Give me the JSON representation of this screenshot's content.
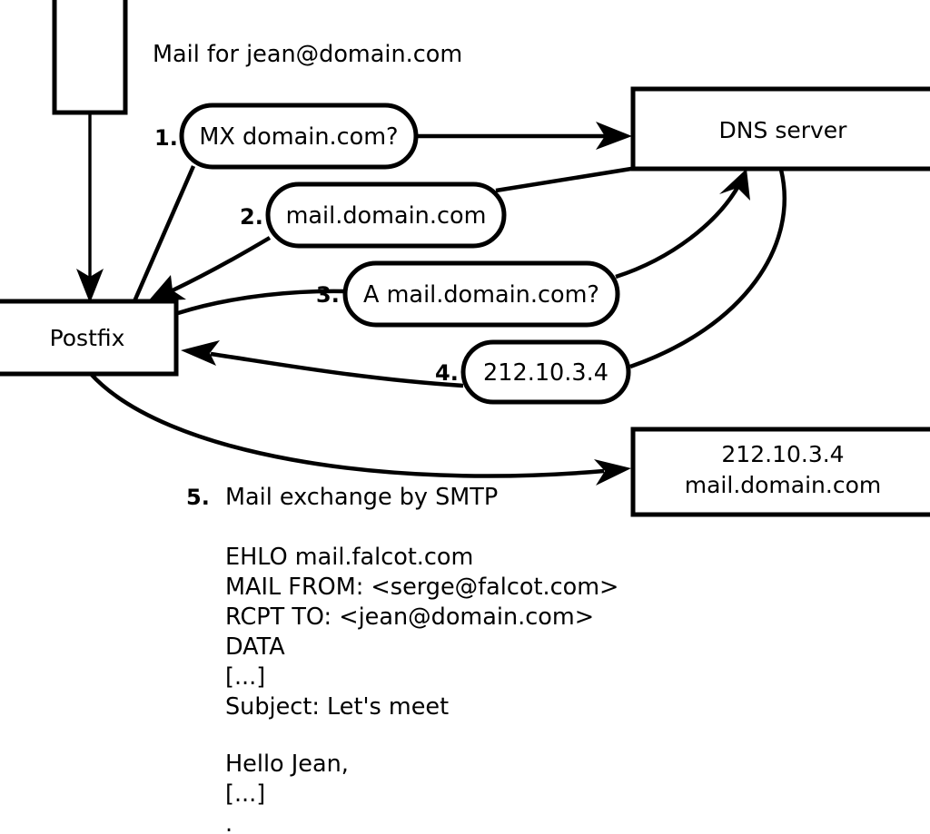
{
  "diagram": {
    "title": "Mail for jean@domain.com",
    "nodes": [
      {
        "id": "client",
        "label": ""
      },
      {
        "id": "postfix",
        "label": "Postfix"
      },
      {
        "id": "dns",
        "label": "DNS server"
      },
      {
        "id": "mailserver",
        "line1": "212.10.3.4",
        "line2": "mail.domain.com"
      }
    ],
    "steps": [
      {
        "number": "1.",
        "label": "MX domain.com?"
      },
      {
        "number": "2.",
        "label": "mail.domain.com"
      },
      {
        "number": "3.",
        "label": "A mail.domain.com?"
      },
      {
        "number": "4.",
        "label": "212.10.3.4"
      },
      {
        "number": "5.",
        "label": "Mail exchange by SMTP"
      }
    ],
    "transcript": [
      "EHLO mail.falcot.com",
      "MAIL FROM: <serge@falcot.com>",
      "RCPT TO: <jean@domain.com>",
      "DATA",
      "[...]",
      "Subject: Let's meet",
      "",
      "Hello Jean,",
      "[...]",
      "."
    ]
  },
  "colors": {
    "stroke": "#000000",
    "fill": "#ffffff"
  }
}
